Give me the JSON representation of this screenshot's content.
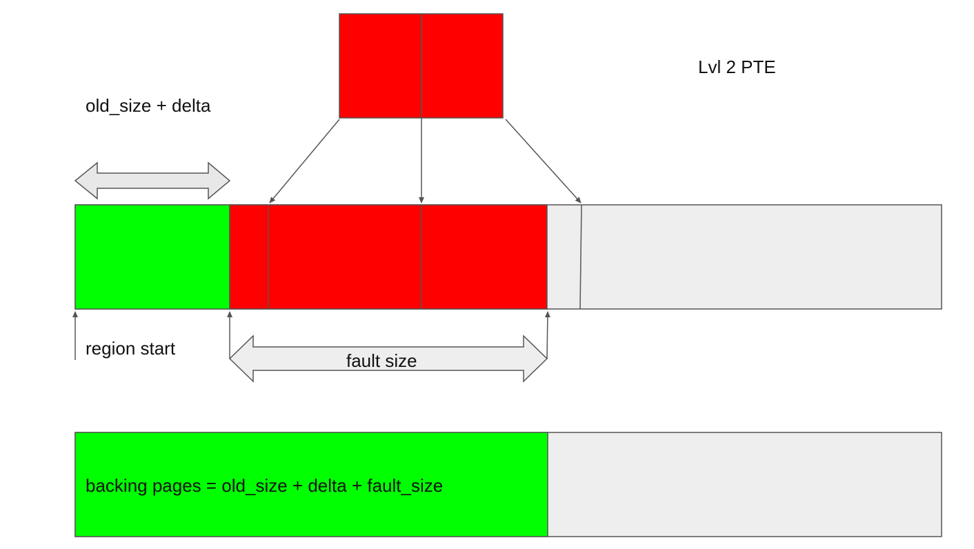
{
  "labels": {
    "pte": "Lvl 2 PTE",
    "old_size_delta": "old_size + delta",
    "region_start": "region start",
    "fault_size": "fault size",
    "backing_pages": "backing pages = old_size + delta + fault_size"
  },
  "colors": {
    "mapped": "#00ff00",
    "faulting": "#ff0000",
    "unmapped": "#eeeeee",
    "outline": "#555555",
    "arrow_fill": "#e8e8e8"
  }
}
